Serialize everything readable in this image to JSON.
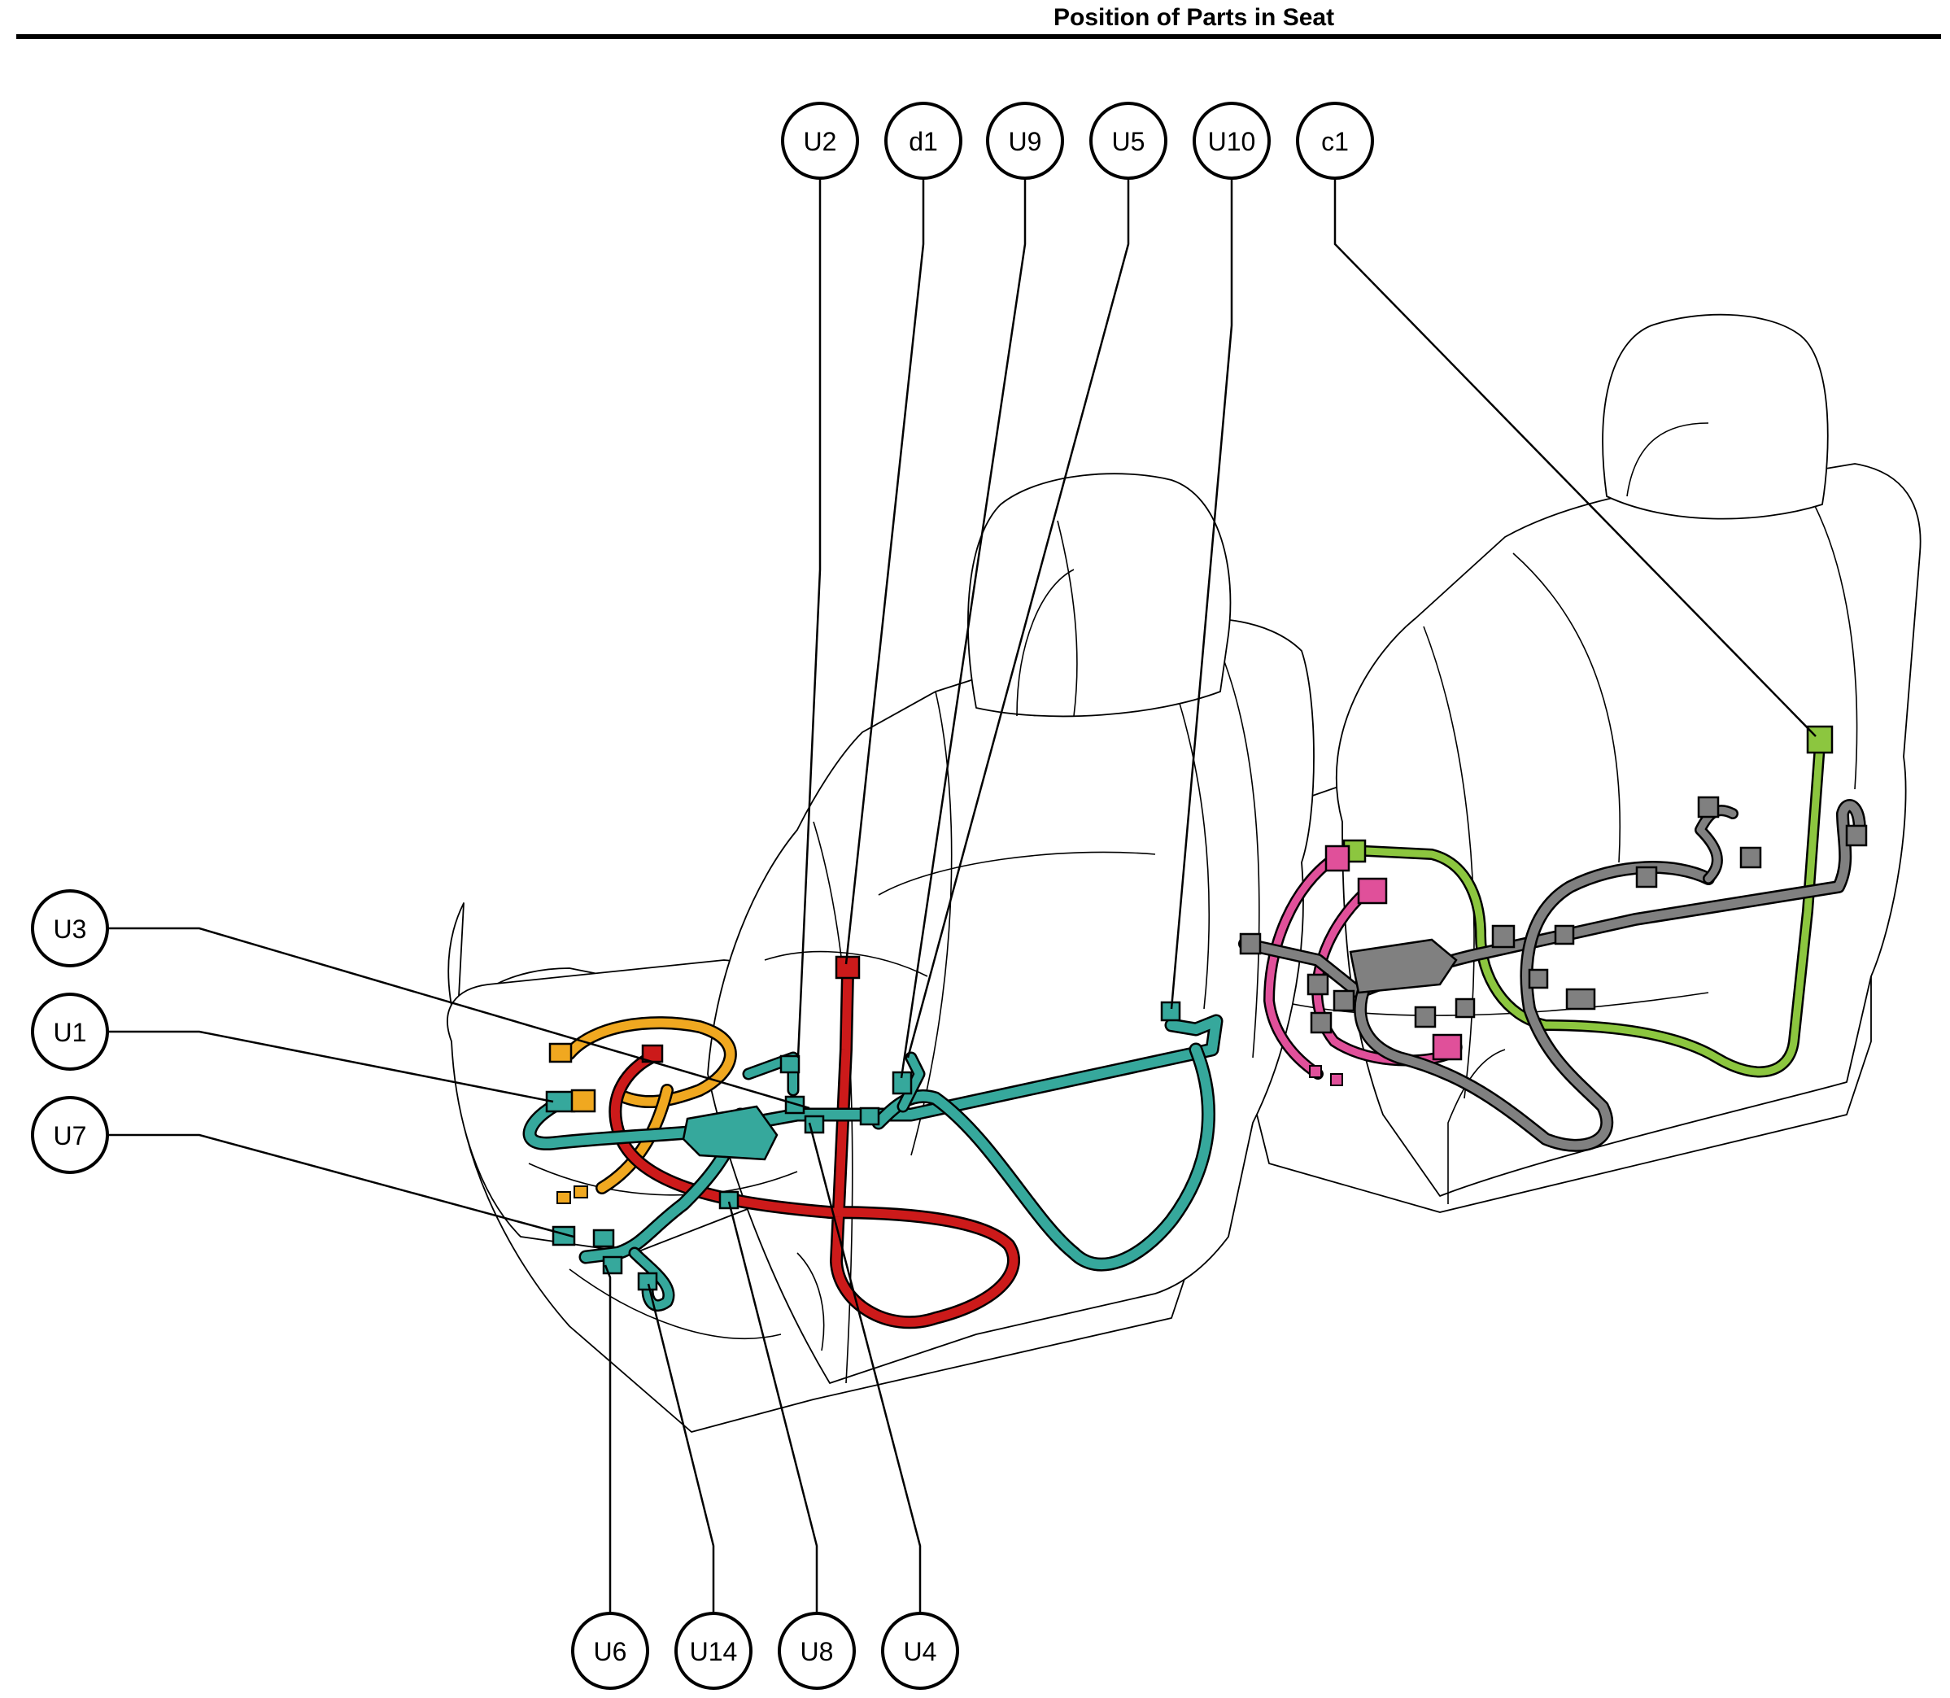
{
  "header": {
    "title": "Position of Parts in Seat"
  },
  "colors": {
    "teal_harness": "#36a89c",
    "red_harness": "#cc1a1a",
    "orange_harness": "#f0a820",
    "gray_harness": "#808080",
    "pink_harness": "#e0509a",
    "green_harness": "#8cc63f",
    "outline": "#000000"
  },
  "callouts": {
    "u2": "U2",
    "d1": "d1",
    "u9": "U9",
    "u5": "U5",
    "u10": "U10",
    "c1": "c1",
    "u3": "U3",
    "u1": "U1",
    "u7": "U7",
    "u6": "U6",
    "u14": "U14",
    "u8": "U8",
    "u4": "U4"
  }
}
